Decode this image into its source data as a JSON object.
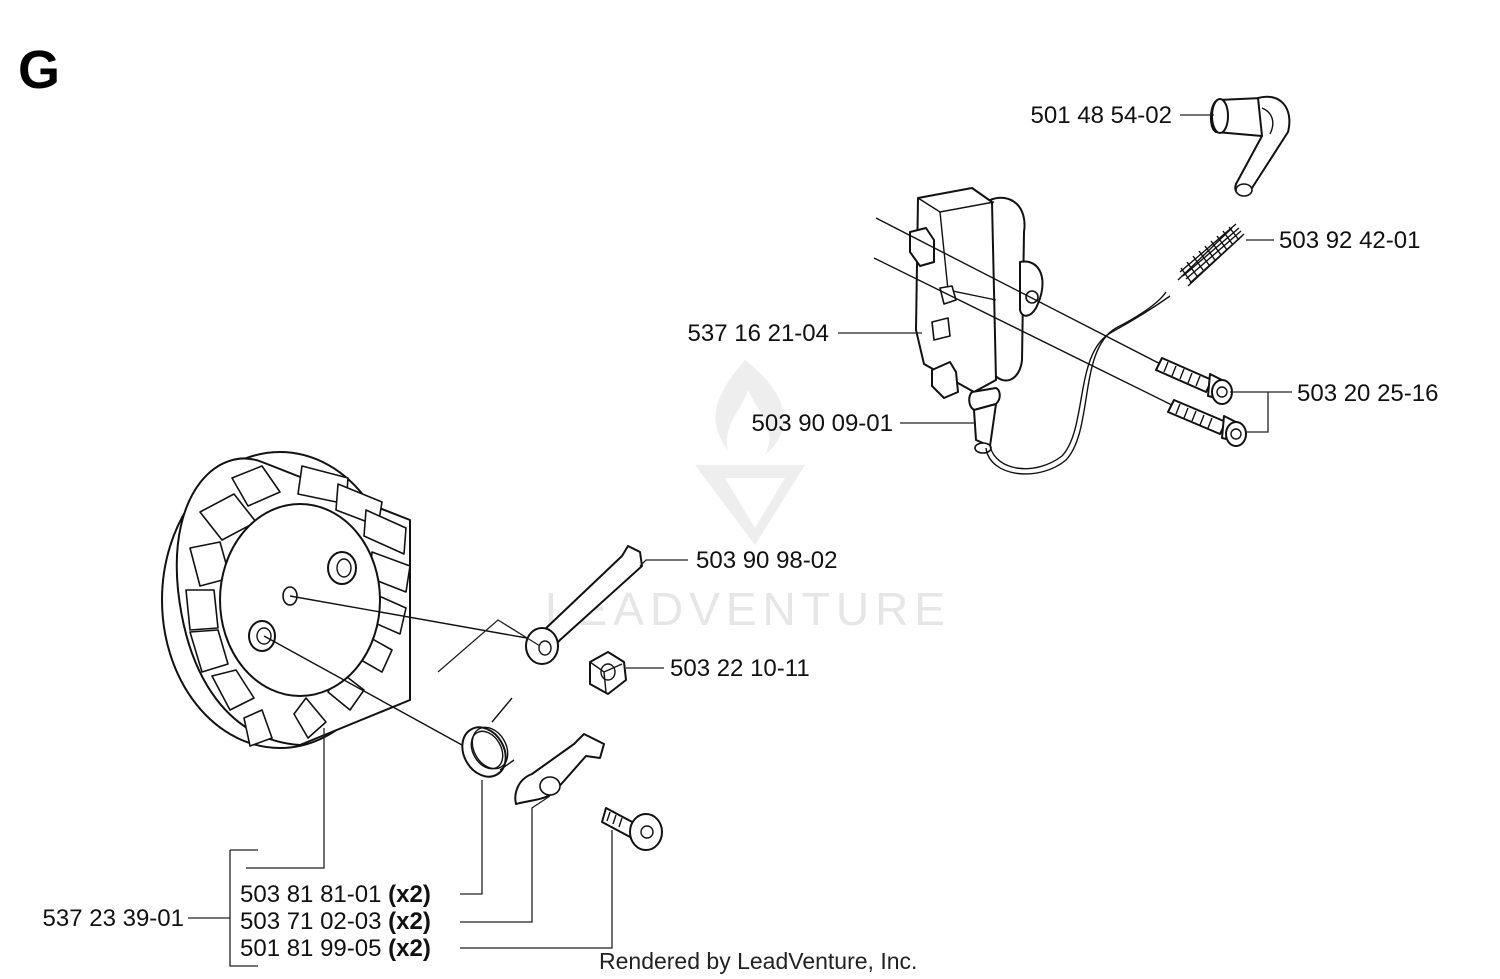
{
  "section": "G",
  "watermark": "LEADVENTURE",
  "footer": "Rendered by LeadVenture, Inc.",
  "parts": [
    {
      "id": "ignition-lead-cap",
      "number": "501 48 54-02",
      "qty": ""
    },
    {
      "id": "spring",
      "number": "503 92 42-01",
      "qty": ""
    },
    {
      "id": "ignition-module",
      "number": "537 16 21-04",
      "qty": ""
    },
    {
      "id": "screws",
      "number": "503 20 25-16",
      "qty": ""
    },
    {
      "id": "ignition-lead",
      "number": "503 90 09-01",
      "qty": ""
    },
    {
      "id": "pawl-arm",
      "number": "503 90 98-02",
      "qty": ""
    },
    {
      "id": "nut",
      "number": "503 22 10-11",
      "qty": ""
    },
    {
      "id": "pawl-spring",
      "number": "503 81 81-01",
      "qty": "(x2)"
    },
    {
      "id": "pawl",
      "number": "503 71 02-03",
      "qty": "(x2)"
    },
    {
      "id": "pawl-bolt",
      "number": "501 81 99-05",
      "qty": "(x2)"
    },
    {
      "id": "flywheel",
      "number": "537 23 39-01",
      "qty": ""
    }
  ]
}
